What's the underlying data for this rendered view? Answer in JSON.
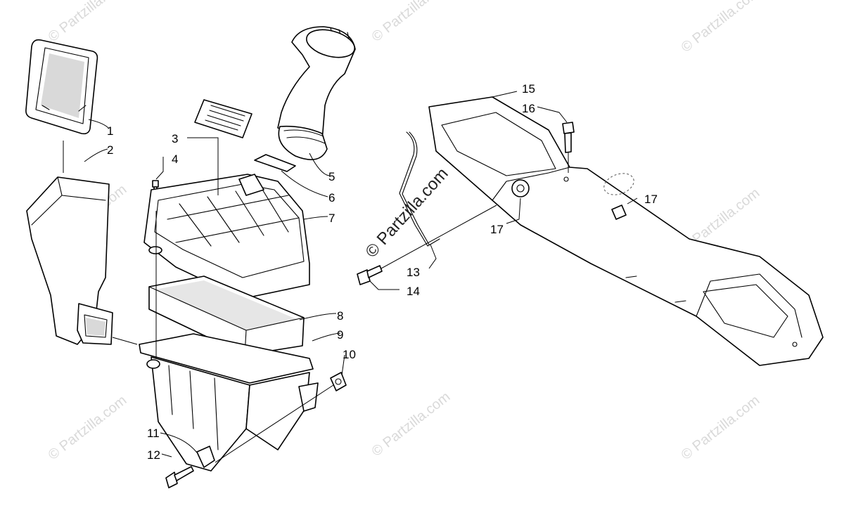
{
  "watermark": {
    "text": "© Partzilla.com",
    "color": "#d9d9d9",
    "center_text_color": "#222222"
  },
  "callouts": [
    {
      "id": "1",
      "text": "1"
    },
    {
      "id": "2",
      "text": "2"
    },
    {
      "id": "3",
      "text": "3"
    },
    {
      "id": "4",
      "text": "4"
    },
    {
      "id": "5",
      "text": "5"
    },
    {
      "id": "6",
      "text": "6"
    },
    {
      "id": "7",
      "text": "7"
    },
    {
      "id": "8",
      "text": "8"
    },
    {
      "id": "9",
      "text": "9"
    },
    {
      "id": "10",
      "text": "10"
    },
    {
      "id": "11",
      "text": "11"
    },
    {
      "id": "12",
      "text": "12"
    },
    {
      "id": "13",
      "text": "13"
    },
    {
      "id": "14",
      "text": "14"
    },
    {
      "id": "15",
      "text": "15"
    },
    {
      "id": "16",
      "text": "16"
    },
    {
      "id": "17a",
      "text": "17"
    },
    {
      "id": "17b",
      "text": "17"
    }
  ]
}
